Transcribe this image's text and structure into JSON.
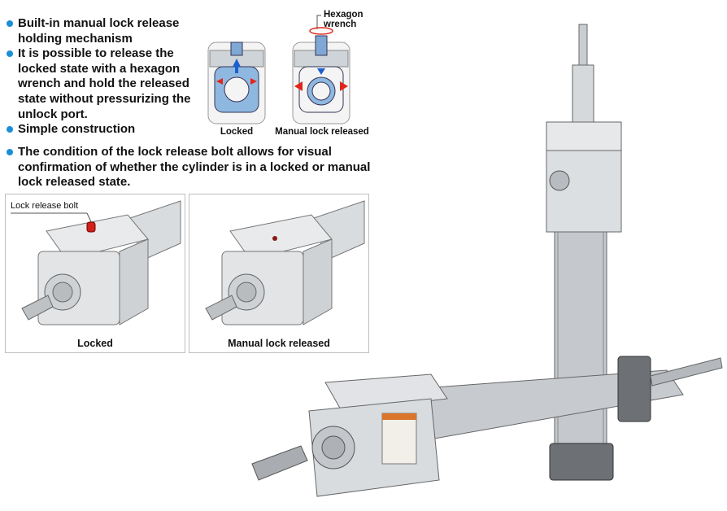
{
  "features": [
    {
      "text": "Built-in manual lock release holding mechanism"
    },
    {
      "text": "It is possible to release the locked state with a hexagon wrench and hold the released state without pressurizing the unlock port."
    },
    {
      "text": "Simple construction"
    }
  ],
  "feature_wide": {
    "text": "The condition of the lock release bolt allows for visual confirmation of whether the cylinder is in a locked or manual lock released state."
  },
  "mechanism": {
    "wrench_label": "Hexagon wrench",
    "locked_caption": "Locked",
    "released_caption": "Manual lock released"
  },
  "photo_panels": {
    "bolt_callout": "Lock release bolt",
    "locked_caption": "Locked",
    "released_caption": "Manual lock released"
  },
  "colors": {
    "bullet": "#1a8fd6",
    "body_blue": "#8fb8e0",
    "arrow_red": "#e0261b",
    "arrow_blue": "#1c5fd0",
    "metal": "#c9cdd1"
  }
}
